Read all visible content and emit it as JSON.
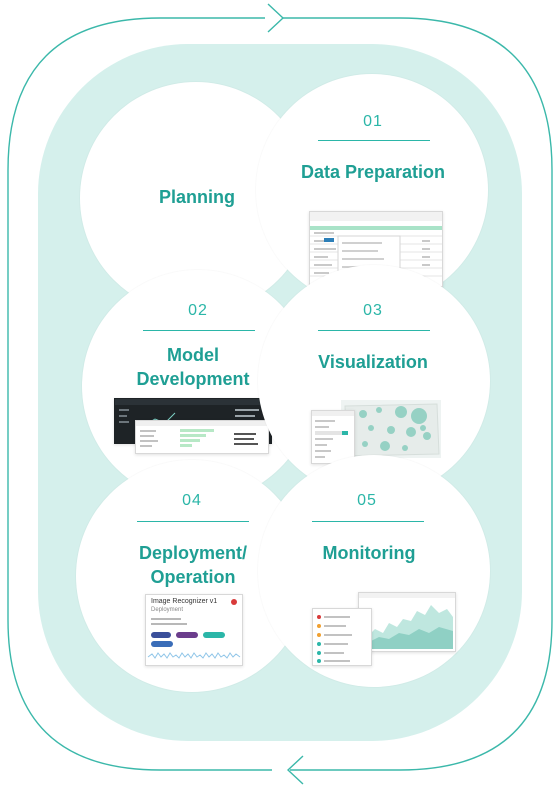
{
  "colors": {
    "accent": "#2bb6a8",
    "title": "#1f9f94",
    "panel": "#d5f0ec",
    "loop": "#3bb8aa"
  },
  "steps": [
    {
      "id": "planning",
      "number": "",
      "title": "Planning"
    },
    {
      "id": "data-preparation",
      "number": "01",
      "title": "Data Preparation"
    },
    {
      "id": "model-development",
      "number": "02",
      "title_line1": "Model",
      "title_line2": "Development"
    },
    {
      "id": "visualization",
      "number": "03",
      "title": "Visualization"
    },
    {
      "id": "deployment-operation",
      "number": "04",
      "title_line1": "Deployment/",
      "title_line2": "Operation"
    },
    {
      "id": "monitoring",
      "number": "05",
      "title": "Monitoring"
    }
  ],
  "deploy_card": {
    "title": "Image Recognizer v1",
    "subtitle": "Deployment"
  },
  "icons": {
    "top_arrow": "chevron-right-icon",
    "bottom_arrow": "chevron-left-icon"
  }
}
